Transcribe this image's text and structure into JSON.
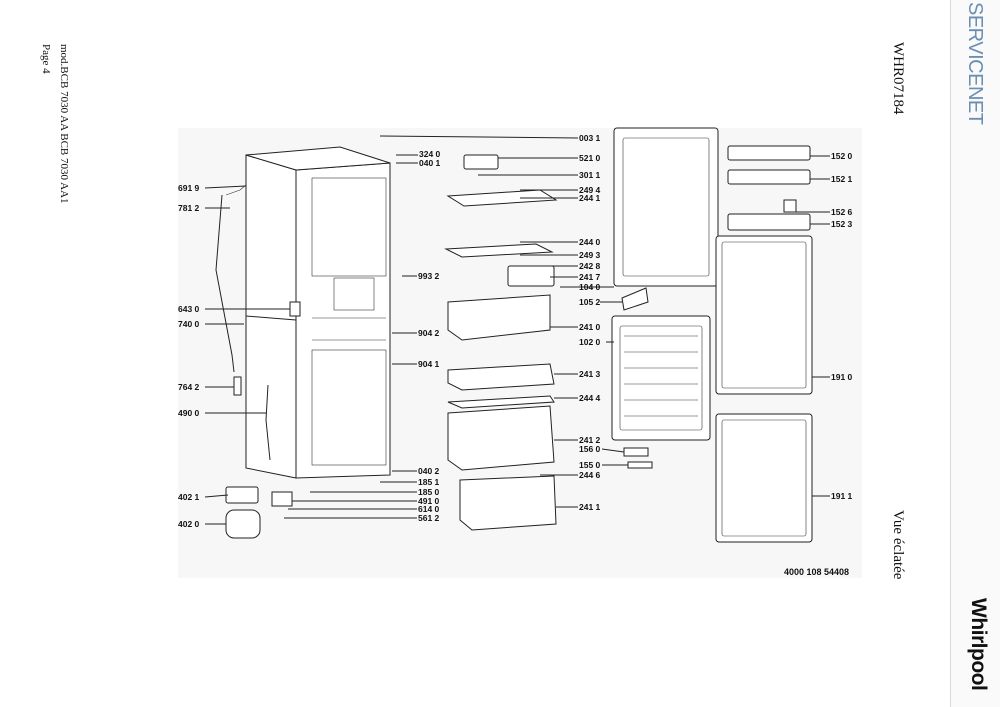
{
  "header": {
    "model_line1": "mod.BCB 7030 AA BCB 7030 AA1",
    "page": "Page 4",
    "doc_code": "WHR07184",
    "subtitle": "Vue éclatée"
  },
  "brand": {
    "servicenet": "SERVICENET",
    "whirlpool": "Whirlpool",
    "servicenet_color": "#6a8fb3"
  },
  "drawing": {
    "number": "4000 108 54408",
    "left_callouts": [
      "691 9",
      "781 2",
      "643 0",
      "740 0",
      "764 2",
      "490 0",
      "402 1",
      "402 0"
    ],
    "mid_callouts": [
      "324 0",
      "040 1",
      "993 2",
      "904 2",
      "904 1",
      "040 2",
      "185 1",
      "185 0",
      "491 0",
      "614 0",
      "561 2"
    ],
    "center_callouts": [
      "003 1",
      "521 0",
      "301 1",
      "249 4",
      "244 1",
      "244 0",
      "249 3",
      "242 8",
      "241 7",
      "104 0",
      "105 2",
      "241 0",
      "102 0",
      "241 3",
      "244 4",
      "241 2",
      "156 0",
      "155 0",
      "244 6",
      "241 1"
    ],
    "right_callouts": [
      "152 0",
      "152 1",
      "152 6",
      "152 3",
      "191 0",
      "191 1"
    ]
  }
}
